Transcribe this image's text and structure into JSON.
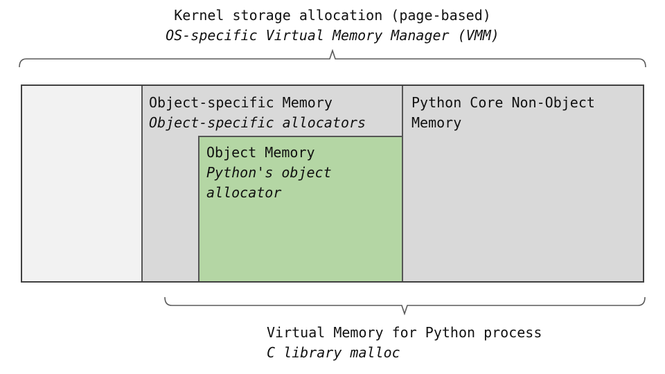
{
  "title": {
    "line1": "Kernel storage allocation (page-based)",
    "line2": "OS-specific Virtual Memory Manager (VMM)"
  },
  "diagram": {
    "left_region": {
      "label": ""
    },
    "object_specific_region": {
      "line1": "Object-specific Memory",
      "line2": "Object-specific allocators"
    },
    "object_memory_region": {
      "line1": "Object Memory",
      "line2": "Python's object allocator"
    },
    "core_nonobject_region": {
      "label": "Python Core Non-Object Memory"
    }
  },
  "footer": {
    "line1": "Virtual Memory for Python process",
    "line2": "C library malloc"
  },
  "colors": {
    "region_light": "#f2f2f2",
    "region_gray": "#d9d9d9",
    "region_green": "#b4d6a4",
    "border_dark": "#404040",
    "border_mid": "#555555",
    "brace": "#595959",
    "text": "#111111"
  }
}
